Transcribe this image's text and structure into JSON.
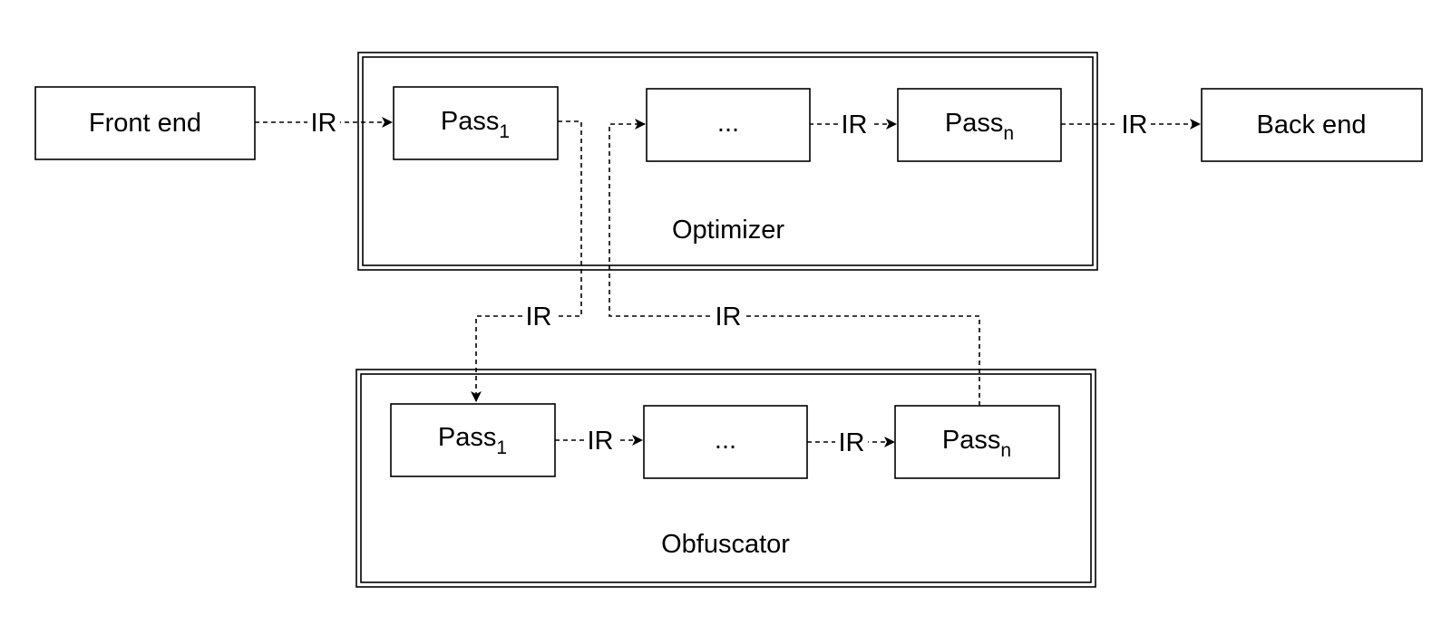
{
  "nodes": {
    "front_end": "Front end",
    "back_end": "Back end",
    "opt_pass_1_base": "Pass",
    "opt_pass_1_sub": "1",
    "opt_ellipsis": "...",
    "opt_pass_n_base": "Pass",
    "opt_pass_n_sub": "n",
    "obf_pass_1_base": "Pass",
    "obf_pass_1_sub": "1",
    "obf_ellipsis": "...",
    "obf_pass_n_base": "Pass",
    "obf_pass_n_sub": "n"
  },
  "groups": {
    "optimizer": "Optimizer",
    "obfuscator": "Obfuscator"
  },
  "edges": {
    "front_to_pass1": "IR",
    "opt_ellipsis_to_passn": "IR",
    "passn_to_back": "IR",
    "opt_pass1_to_obf": "IR",
    "obf_to_opt": "IR",
    "obf_pass1_to_ellipsis": "IR",
    "obf_ellipsis_to_passn": "IR"
  }
}
